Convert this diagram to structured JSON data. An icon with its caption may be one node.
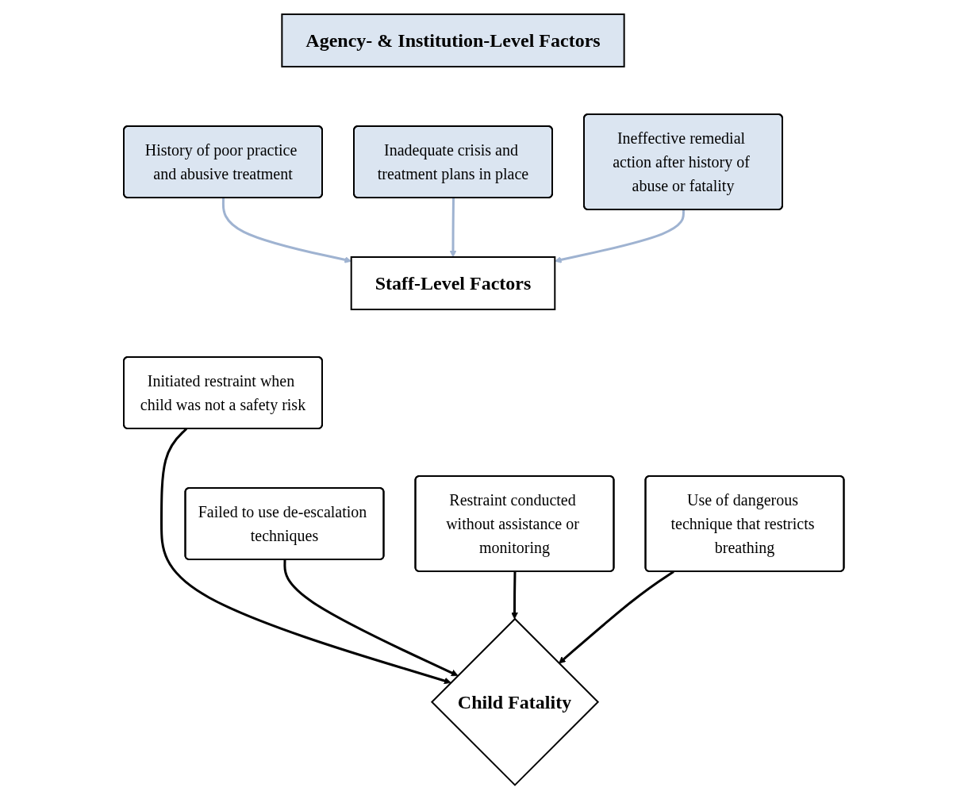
{
  "diagram": {
    "nodes": [
      {
        "text": [
          "Agency- & Institution-Level Factors"
        ]
      },
      {
        "text": [
          "History of poor practice and abusive treatment"
        ]
      },
      {
        "text": [
          "Inadequate crisis and treatment plans in place"
        ]
      },
      {
        "text": [
          "Ineffective remedial action after history of abuse or fatality"
        ]
      },
      {
        "text": [
          "Staff-Level Factors"
        ]
      },
      {
        "text": [
          "Initiated restraint when child was not a safety risk"
        ]
      },
      {
        "text": [
          "Use of dangerous technique that restricts breathing"
        ]
      },
      {
        "text": [
          "Failed to use de-escalation techniques"
        ]
      },
      {
        "text": [
          "Restraint conducted without assistance or monitoring"
        ]
      },
      {
        "text": [
          "Child Fatality"
        ]
      }
    ],
    "edges": [
      {
        "from": 1,
        "to": 4,
        "arrow": "to",
        "color": "#9fb3d1"
      },
      {
        "from": 2,
        "to": 4,
        "arrow": "to",
        "color": "#9fb3d1"
      },
      {
        "from": 3,
        "to": 4,
        "arrow": "to",
        "color": "#9fb3d1"
      },
      {
        "from": 5,
        "to": 9,
        "arrow": "to"
      },
      {
        "from": 6,
        "to": 9,
        "arrow": "to"
      },
      {
        "from": 7,
        "to": 9,
        "arrow": "to"
      },
      {
        "from": 8,
        "to": 9,
        "arrow": "to"
      }
    ]
  }
}
